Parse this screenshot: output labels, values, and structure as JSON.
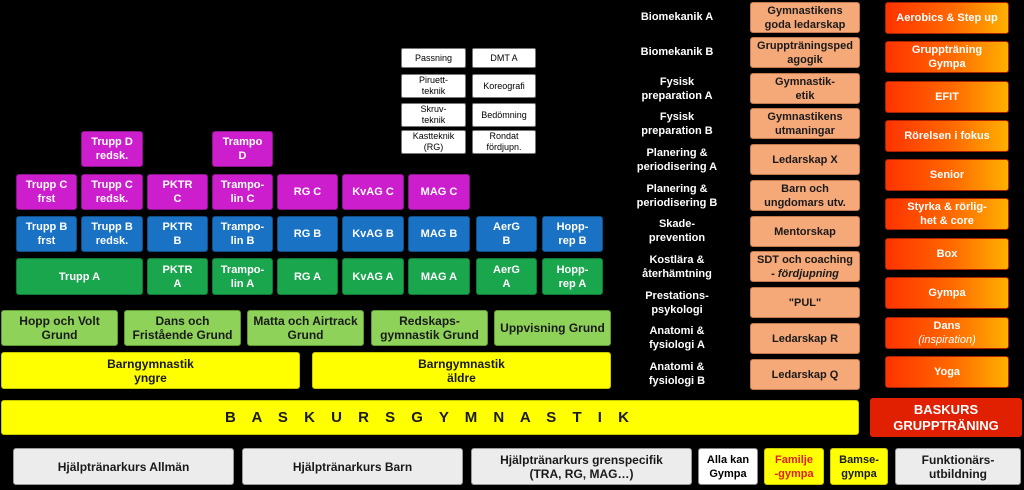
{
  "white_boxes": [
    {
      "text": "Passning"
    },
    {
      "text": "DMT A"
    },
    {
      "text": "Piruett-\nteknik"
    },
    {
      "text": "Koreografi"
    },
    {
      "text": "Skruv-\nteknik"
    },
    {
      "text": "Bedömning"
    },
    {
      "text": "Kastteknik\n(RG)"
    },
    {
      "text": "Rondat\nfördjupn."
    }
  ],
  "purple": [
    {
      "text": "Trupp D\nredsk."
    },
    {
      "text": "Trampo\nD"
    },
    {
      "text": "Trupp C\nfrst"
    },
    {
      "text": "Trupp C\nredsk."
    },
    {
      "text": "PKTR\nC"
    },
    {
      "text": "Trampo-\nlin C"
    },
    {
      "text": "RG C"
    },
    {
      "text": "KvAG C"
    },
    {
      "text": "MAG C"
    }
  ],
  "blue": [
    {
      "text": "Trupp B\nfrst"
    },
    {
      "text": "Trupp B\nredsk."
    },
    {
      "text": "PKTR\nB"
    },
    {
      "text": "Trampo-\nlin B"
    },
    {
      "text": "RG  B"
    },
    {
      "text": "KvAG B"
    },
    {
      "text": "MAG B"
    },
    {
      "text": "AerG\nB"
    },
    {
      "text": "Hopp-\nrep B"
    }
  ],
  "green": [
    {
      "text": "Trupp A"
    },
    {
      "text": "PKTR\nA"
    },
    {
      "text": "Trampo-\nlin A"
    },
    {
      "text": "RG A"
    },
    {
      "text": "KvAG A"
    },
    {
      "text": "MAG A"
    },
    {
      "text": "AerG\nA"
    },
    {
      "text": "Hopp-\nrep A"
    }
  ],
  "grund": [
    {
      "text": "Hopp och Volt\nGrund"
    },
    {
      "text": "Dans och\nFristående Grund"
    },
    {
      "text": "Matta och Airtrack\nGrund"
    },
    {
      "text": "Redskaps-\ngymnastik Grund"
    },
    {
      "text": "Uppvisning Grund"
    }
  ],
  "barngym": [
    {
      "text": "Barngymnastik\nyngre"
    },
    {
      "text": "Barngymnastik\näldre"
    }
  ],
  "baskurs": "B A S K U R S     G Y M N A S T I K",
  "baskurs_grupp": "BASKURS\nGRUPPTRÄNING",
  "left_labels": [
    {
      "text": "Biomekanik A"
    },
    {
      "text": "Biomekanik B"
    },
    {
      "text": "Fysisk\npreparation A"
    },
    {
      "text": "Fysisk\npreparation B"
    },
    {
      "text": "Planering &\nperiodisering A"
    },
    {
      "text": "Planering &\nperiodisering B"
    },
    {
      "text": "Skade-\nprevention"
    },
    {
      "text": "Kostlära &\nåterhämtning"
    },
    {
      "text": "Prestations-\npsykologi"
    },
    {
      "text": "Anatomi &\nfysiologi A"
    },
    {
      "text": "Anatomi &\nfysiologi B"
    }
  ],
  "peach": [
    {
      "text": "Gymnastikens\ngoda ledarskap"
    },
    {
      "text": "Gruppträningspedagogik"
    },
    {
      "text": "Gymnastik-\netik"
    },
    {
      "text": "Gymnastikens\nutmaningar"
    },
    {
      "text": "Ledarskap X"
    },
    {
      "text": "Barn och\nungdomars utv."
    },
    {
      "text": "Mentorskap"
    },
    {
      "text": "SDT och coaching",
      "sub": "- fördjupning"
    },
    {
      "text": "\"PUL\""
    },
    {
      "text": "Ledarskap R"
    },
    {
      "text": "Ledarskap Q"
    }
  ],
  "orange": [
    {
      "text": "Aerobics & Step up"
    },
    {
      "text": "Gruppträning\nGympa"
    },
    {
      "text": "EFIT"
    },
    {
      "text": "Rörelsen i fokus"
    },
    {
      "text": "Senior"
    },
    {
      "text": "Styrka & rörlig-\nhet & core"
    },
    {
      "text": "Box"
    },
    {
      "text": "Gympa"
    },
    {
      "text": "Dans",
      "sub": "(inspiration)"
    },
    {
      "text": "Yoga"
    }
  ],
  "bottom": [
    {
      "text": "Hjälptränarkurs Allmän"
    },
    {
      "text": "Hjälptränarkurs Barn"
    },
    {
      "text": "Hjälptränarkurs grenspecifik\n(TRA, RG, MAG…)"
    },
    {
      "text": "Alla kan\nGympa"
    },
    {
      "text": "Familje\n-gympa"
    },
    {
      "text": "Bamse-\ngympa"
    },
    {
      "text": "Funktionärs-\nutbildning"
    }
  ],
  "colors": {
    "purple": "#cc1ecc",
    "blue": "#1a72c4",
    "green": "#1aa64d",
    "light_green": "#8ed25a",
    "yellow": "#ffff00",
    "peach": "#f5a878",
    "orange": "#ff6a00",
    "grey": "#ececec"
  }
}
